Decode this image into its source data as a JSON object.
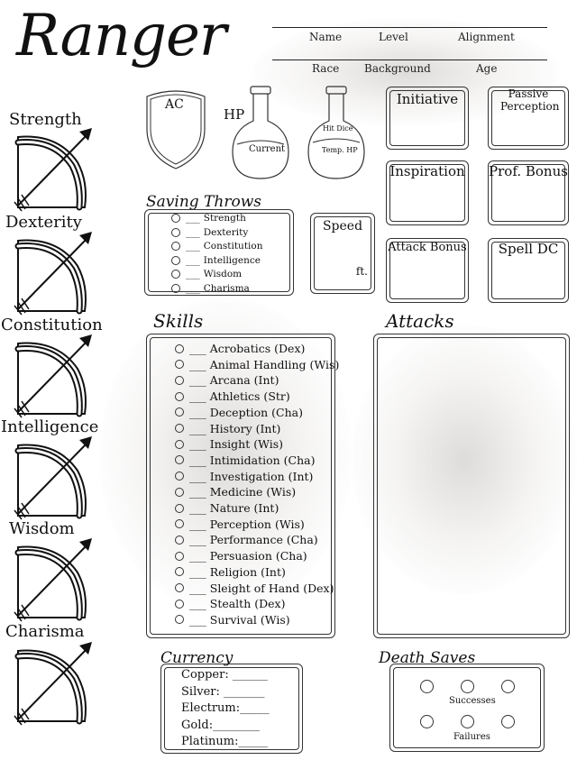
{
  "title": "Ranger",
  "header": {
    "row1": [
      "Name",
      "Level",
      "Alignment"
    ],
    "row2": [
      "Race",
      "Background",
      "Age"
    ]
  },
  "abilities": [
    "Strength",
    "Dexterity",
    "Constitution",
    "Intelligence",
    "Wisdom",
    "Charisma"
  ],
  "ac_label": "AC",
  "hp": {
    "label": "HP",
    "current": "Current",
    "hit_dice": "Hit Dice",
    "temp_hp": "Temp. HP"
  },
  "boxes": {
    "initiative": "Initiative",
    "passive_perception": "Passive Perception",
    "inspiration": "Inspiration",
    "prof_bonus": "Prof. Bonus",
    "attack_bonus": "Attack Bonus",
    "spell_dc": "Spell DC"
  },
  "speed": {
    "label": "Speed",
    "unit": "ft."
  },
  "saving_throws": {
    "title": "Saving Throws",
    "blank": "___",
    "items": [
      "Strength",
      "Dexterity",
      "Constitution",
      "Intelligence",
      "Wisdom",
      "Charisma"
    ]
  },
  "skills": {
    "title": "Skills",
    "blank": "___",
    "items": [
      "Acrobatics (Dex)",
      "Animal Handling (Wis)",
      "Arcana (Int)",
      "Athletics (Str)",
      "Deception (Cha)",
      "History (Int)",
      "Insight (Wis)",
      "Intimidation (Cha)",
      "Investigation (Int)",
      "Medicine (Wis)",
      "Nature (Int)",
      "Perception (Wis)",
      "Performance (Cha)",
      "Persuasion (Cha)",
      "Religion (Int)",
      "Sleight of Hand (Dex)",
      "Stealth (Dex)",
      "Survival (Wis)"
    ]
  },
  "attacks": {
    "title": "Attacks"
  },
  "currency": {
    "title": "Currency",
    "items": [
      "Copper: ______",
      "Silver: _______",
      "Electrum:_____",
      "Gold:________",
      "Platinum:_____"
    ]
  },
  "death_saves": {
    "title": "Death Saves",
    "successes": "Successes",
    "failures": "Failures"
  }
}
